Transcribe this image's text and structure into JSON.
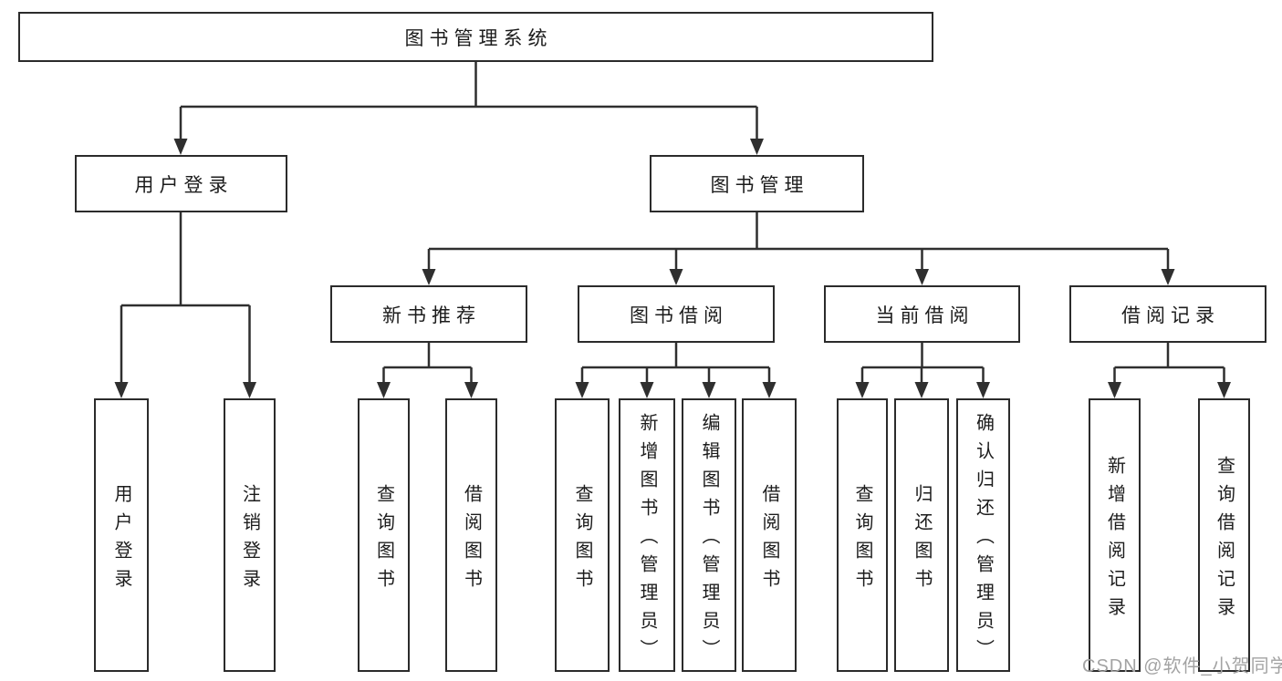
{
  "colors": {
    "line": "#2f2f2f",
    "box_border": "#2b2b2b",
    "text": "#1c1c1c",
    "watermark": "#a3a3a3",
    "background": "#ffffff"
  },
  "watermark": "CSDN @软件_小贺同学",
  "tree": {
    "root": {
      "label": "图书管理系统",
      "children": [
        {
          "label": "用户登录",
          "children": [
            {
              "label": "用户登录"
            },
            {
              "label": "注销登录"
            }
          ]
        },
        {
          "label": "图书管理",
          "children": [
            {
              "label": "新书推荐",
              "children": [
                {
                  "label": "查询图书"
                },
                {
                  "label": "借阅图书"
                }
              ]
            },
            {
              "label": "图书借阅",
              "children": [
                {
                  "label": "查询图书"
                },
                {
                  "label": "新增图书（管理员）"
                },
                {
                  "label": "编辑图书（管理员）"
                },
                {
                  "label": "借阅图书"
                }
              ]
            },
            {
              "label": "当前借阅",
              "children": [
                {
                  "label": "查询图书"
                },
                {
                  "label": "归还图书"
                },
                {
                  "label": "确认归还（管理员）"
                }
              ]
            },
            {
              "label": "借阅记录",
              "children": [
                {
                  "label": "新增借阅记录"
                },
                {
                  "label": "查询借阅记录"
                }
              ]
            }
          ]
        }
      ]
    }
  }
}
